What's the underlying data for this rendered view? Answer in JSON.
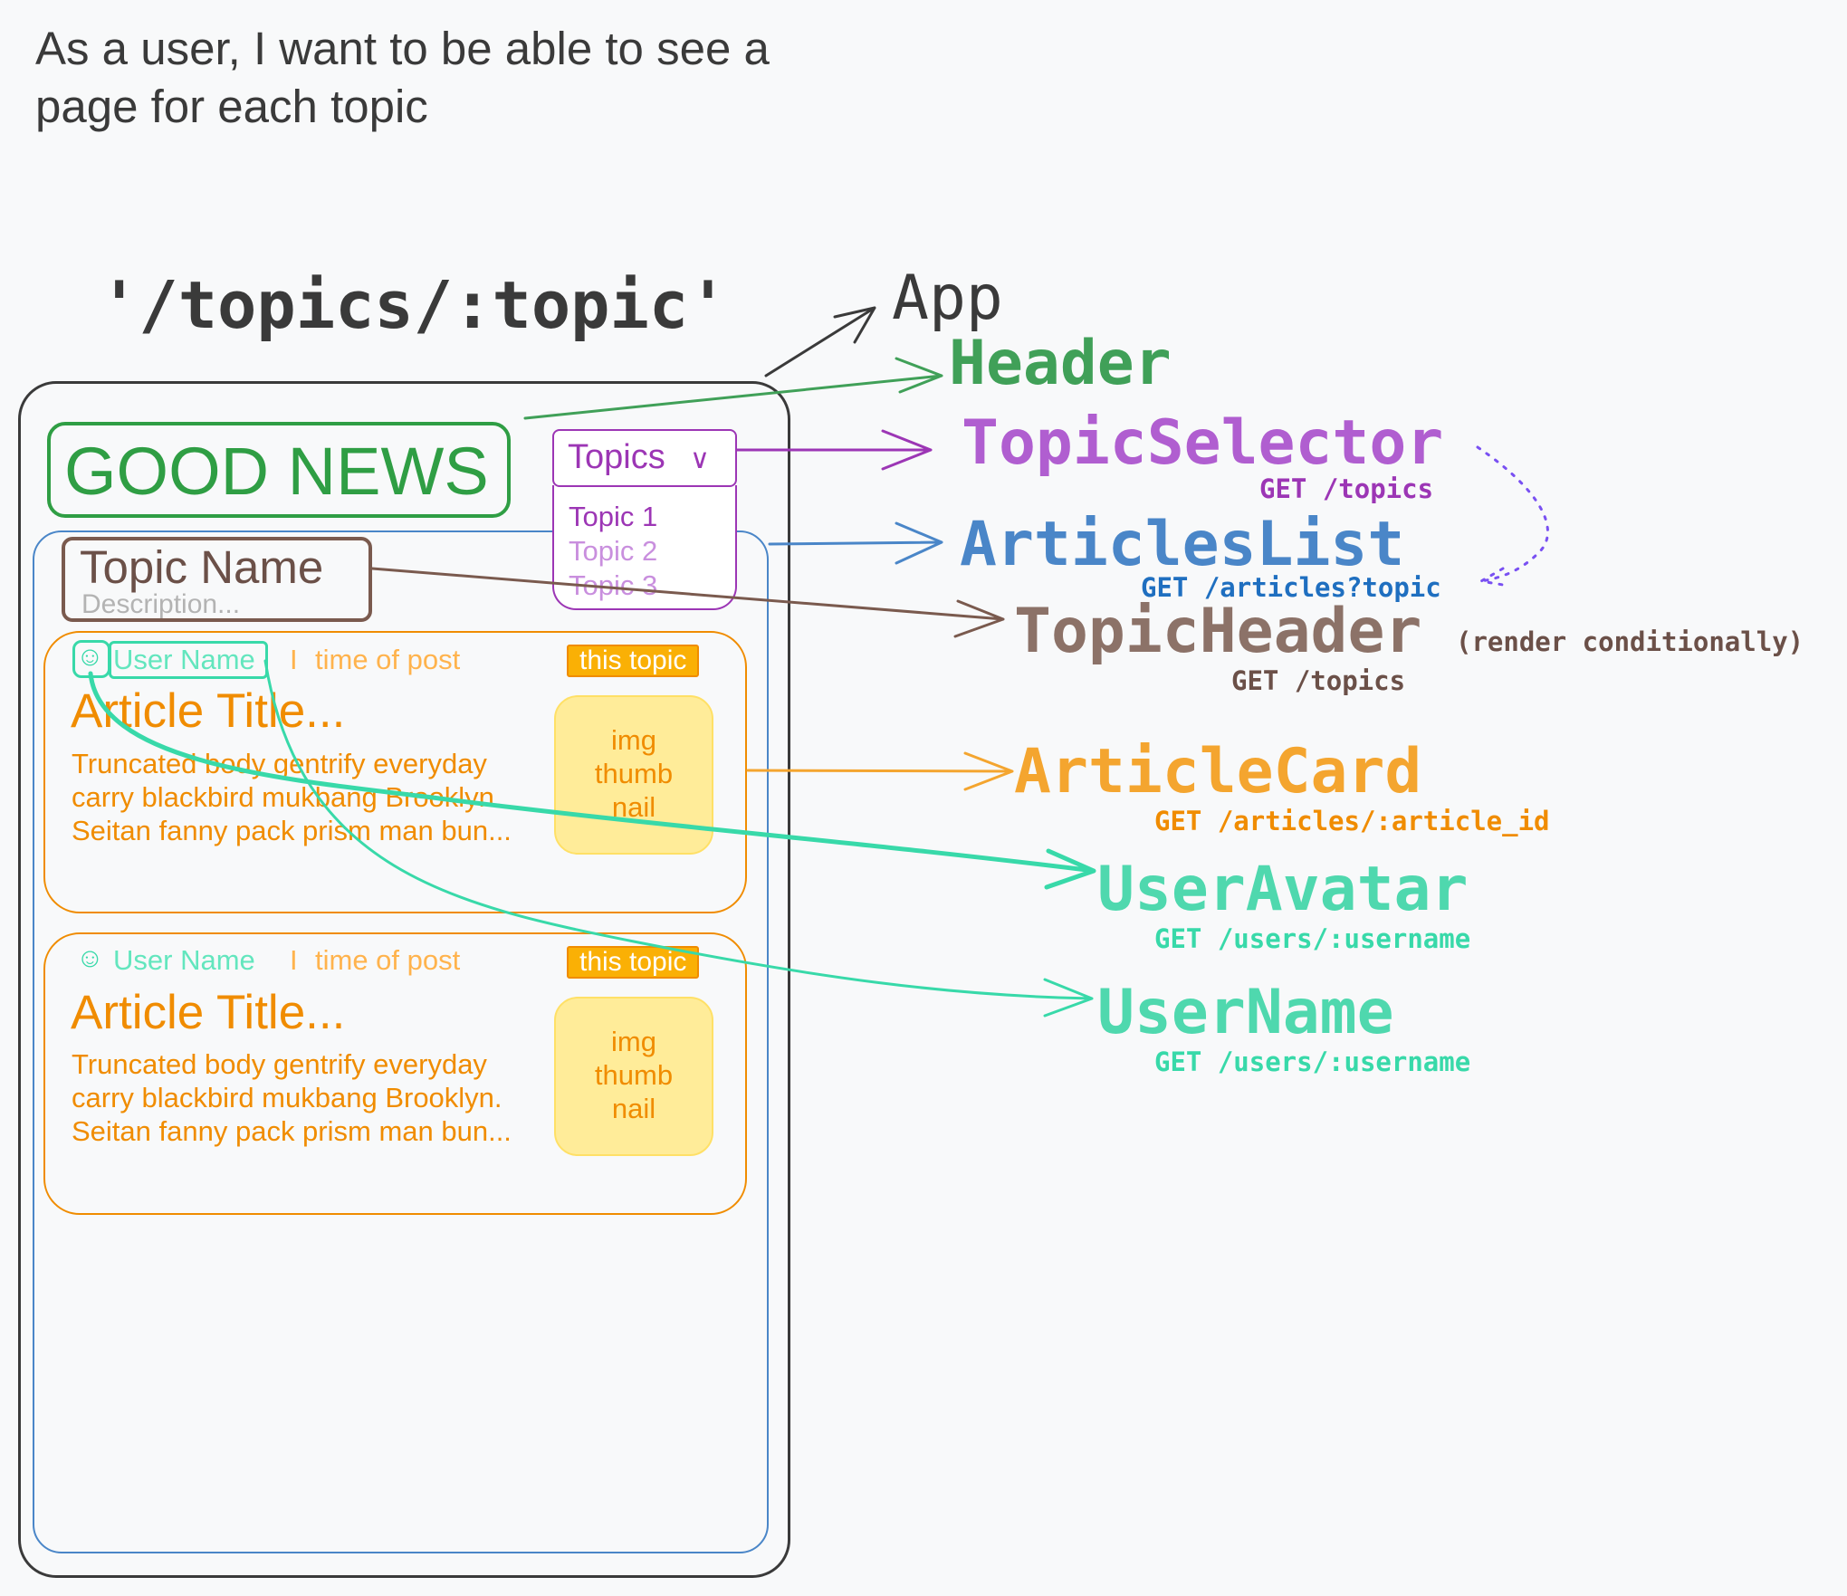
{
  "user_story": "As a user, I want to be able to see a page for each topic",
  "route": "'/topics/:topic'",
  "mockup": {
    "logo": "GOOD NEWS",
    "topic_selector": {
      "label": "Topics",
      "options": [
        "Topic 1",
        "Topic 2",
        "Topic 3"
      ]
    },
    "topic_header": {
      "name": "Topic Name",
      "description": "Description..."
    },
    "cards": [
      {
        "user_name": "User Name",
        "separator": "I",
        "time": "time of post",
        "badge": "this topic",
        "title": "Article Title...",
        "body": [
          "Truncated body gentrify everyday",
          "carry blackbird mukbang Brooklyn.",
          "Seitan fanny pack prism man bun..."
        ],
        "thumbnail": [
          "img",
          "thumb",
          "nail"
        ]
      },
      {
        "user_name": "User Name",
        "separator": "I",
        "time": "time of post",
        "badge": "this topic",
        "title": "Article Title...",
        "body": [
          "Truncated body gentrify everyday",
          "carry blackbird mukbang Brooklyn.",
          "Seitan fanny pack prism man bun..."
        ],
        "thumbnail": [
          "img",
          "thumb",
          "nail"
        ]
      }
    ]
  },
  "components": {
    "app": {
      "name": "App",
      "color": "#3a3a3a"
    },
    "header": {
      "name": "Header",
      "color": "#40a058"
    },
    "topic_selector": {
      "name": "TopicSelector",
      "api": "GET /topics",
      "color": "#b05ed0"
    },
    "articles_list": {
      "name": "ArticlesList",
      "api": "GET /articles?topic",
      "color": "#4a86c8"
    },
    "topic_header": {
      "name": "TopicHeader",
      "note": "(render conditionally)",
      "api": "GET /topics",
      "color": "#8c7268"
    },
    "article_card": {
      "name": "ArticleCard",
      "api": "GET /articles/:article_id",
      "color": "#f4a52f"
    },
    "user_avatar": {
      "name": "UserAvatar",
      "api": "GET /users/:username",
      "color": "#4fd8ae"
    },
    "user_name": {
      "name": "UserName",
      "api": "GET /users/:username",
      "color": "#4fd8ae"
    }
  }
}
